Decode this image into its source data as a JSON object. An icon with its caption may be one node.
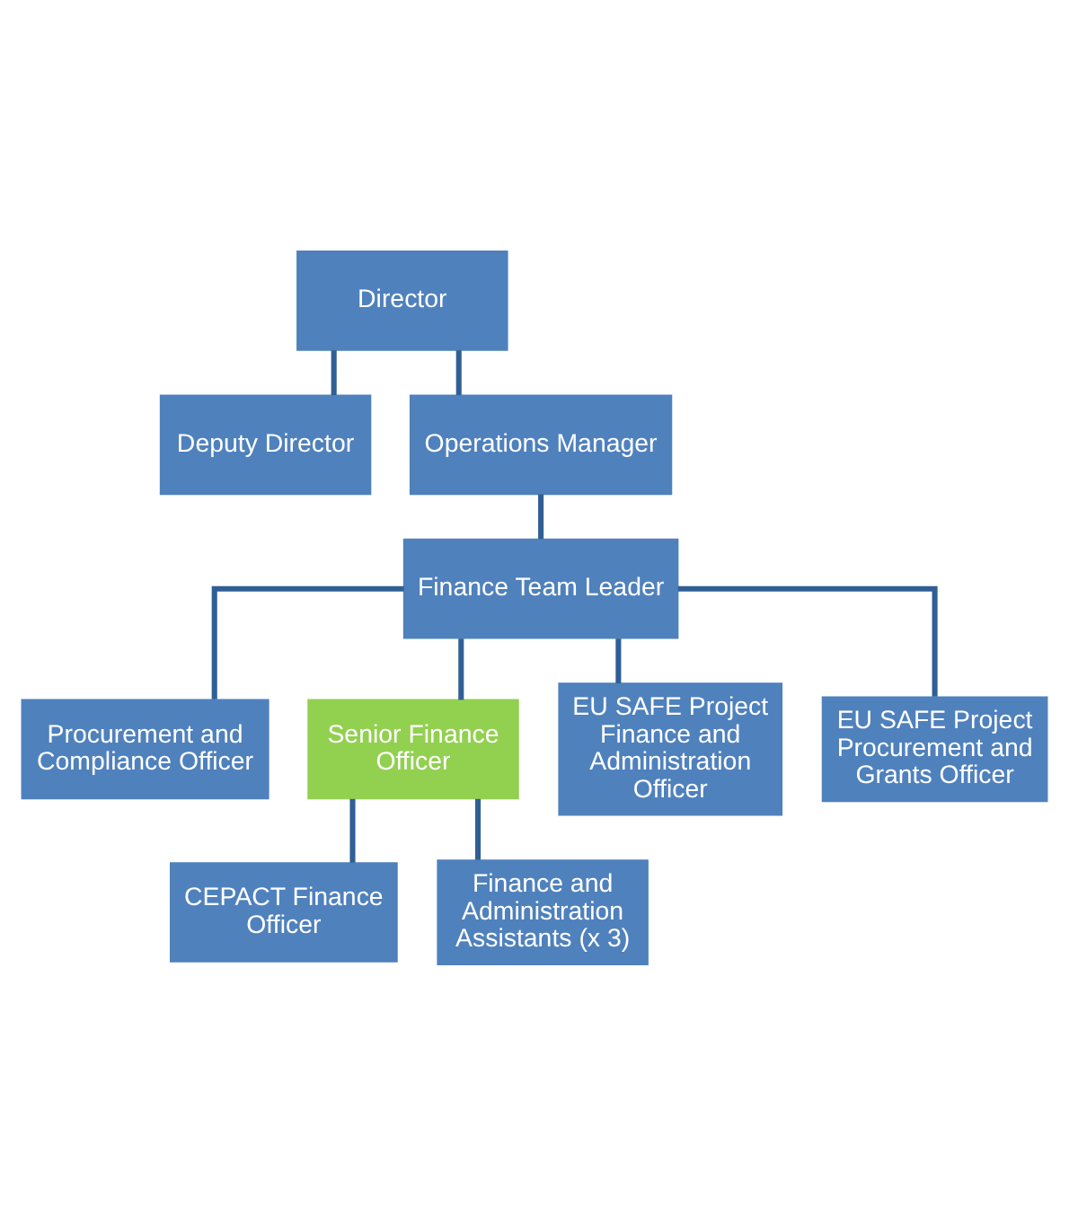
{
  "diagram": {
    "nodes": [
      {
        "text": [
          "Director"
        ]
      },
      {
        "text": [
          "Deputy Director"
        ]
      },
      {
        "text": [
          "Operations Manager"
        ]
      },
      {
        "text": [
          "Finance Team Leader"
        ]
      },
      {
        "text": [
          "Procurement and Compliance Officer"
        ]
      },
      {
        "text": [
          "Senior Finance Officer"
        ]
      },
      {
        "text": [
          "EU SAFE Project Finance and Administration Officer"
        ]
      },
      {
        "text": [
          "EU SAFE Project Procurement and Grants Officer"
        ]
      },
      {
        "text": [
          "CEPACT Finance Officer"
        ]
      },
      {
        "text": [
          "Finance and Administration Assistants (x 3)"
        ]
      }
    ],
    "edges": [
      {
        "from": 0,
        "to": 1,
        "arrow": "none"
      },
      {
        "from": 0,
        "to": 2,
        "arrow": "none"
      },
      {
        "from": 2,
        "to": 3,
        "arrow": "none"
      },
      {
        "from": 3,
        "to": 4,
        "arrow": "none"
      },
      {
        "from": 3,
        "to": 5,
        "arrow": "none"
      },
      {
        "from": 3,
        "to": 6,
        "arrow": "none"
      },
      {
        "from": 3,
        "to": 7,
        "arrow": "none"
      },
      {
        "from": 5,
        "to": 8,
        "arrow": "none"
      },
      {
        "from": 5,
        "to": 9,
        "arrow": "none"
      }
    ]
  }
}
